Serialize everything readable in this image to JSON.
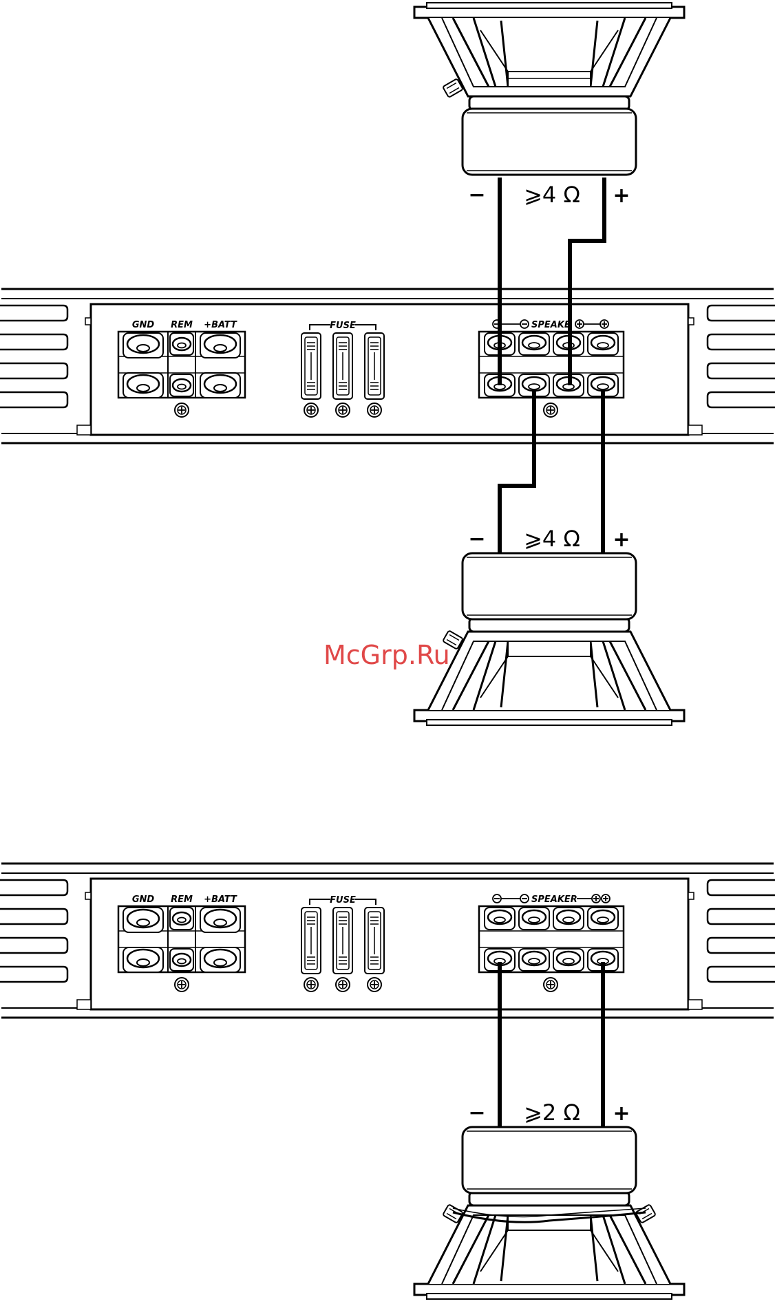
{
  "amp_labels": {
    "gnd": "GND",
    "rem": "REM",
    "batt": "+BATT",
    "fuse": "FUSE",
    "speaker_top": "SPEAKE",
    "speaker_bottom": "SPEAKER"
  },
  "panel_top": {
    "speaker1": {
      "impedance": "⩾4 Ω",
      "minus": "−",
      "plus": "+"
    },
    "speaker2": {
      "impedance": "⩾4 Ω",
      "minus": "−",
      "plus": "+"
    }
  },
  "panel_bottom": {
    "speaker": {
      "impedance": "⩾2 Ω",
      "minus": "−",
      "plus": "+"
    }
  },
  "watermark": "McGrp.Ru",
  "colors": {
    "line": "#000000",
    "watermark": "#e04848"
  }
}
